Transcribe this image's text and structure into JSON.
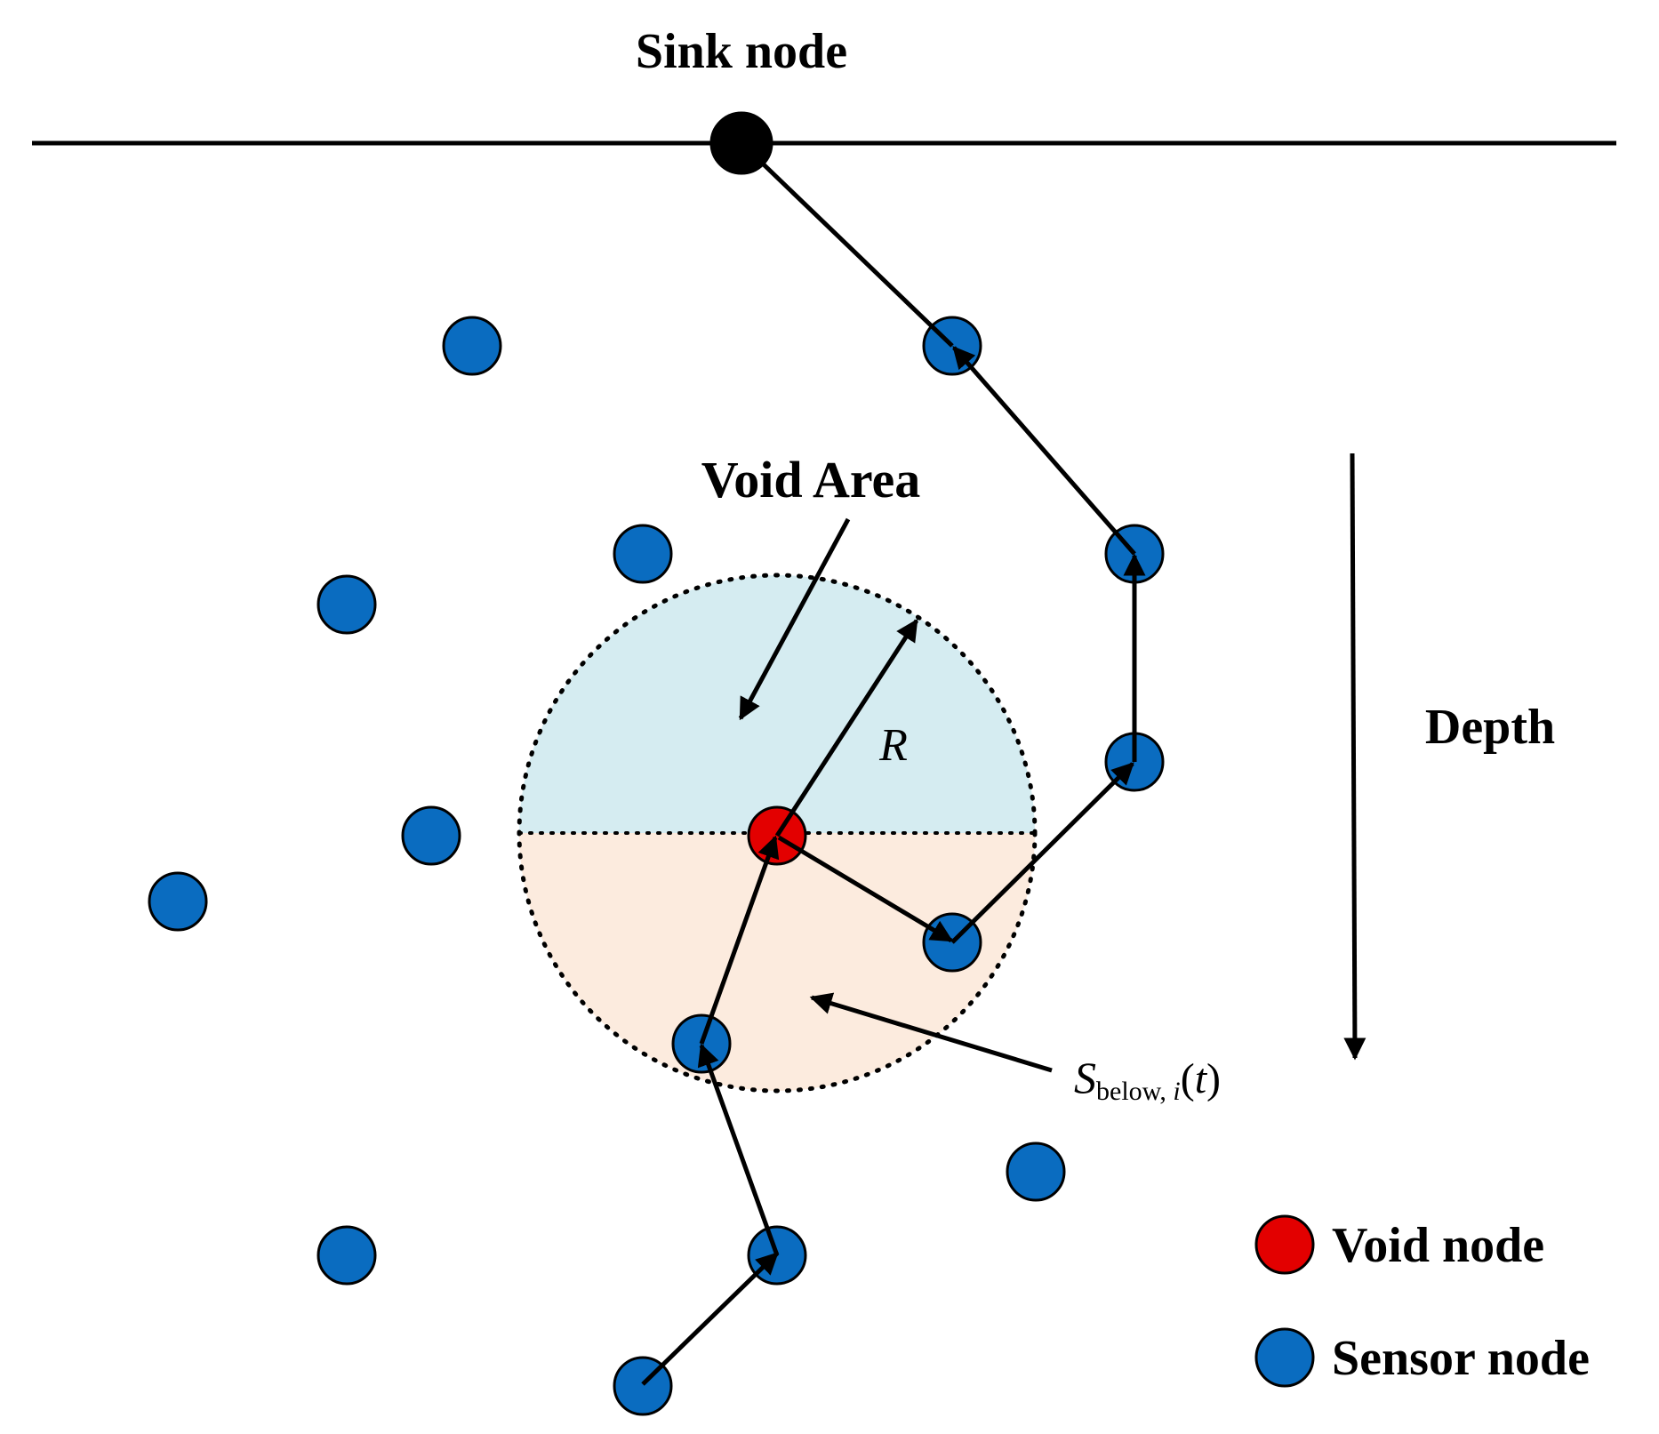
{
  "labels": {
    "sink": "Sink node",
    "void_area": "Void Area",
    "depth": "Depth",
    "radius": "R",
    "region_symbol": "S",
    "region_subscript_text": "below, ",
    "region_subscript_index": "i",
    "region_arg_open": "(",
    "region_arg": "t",
    "region_arg_close": ")"
  },
  "legend": {
    "void_node": "Void node",
    "sensor_node": "Sensor node"
  },
  "colors": {
    "sensor_node": "#0a6cc0",
    "void_node": "#e30000",
    "sink_node": "#000000",
    "upper_region": "#d5ecf1",
    "lower_region": "#fcebde",
    "line": "#000000"
  },
  "icons": {
    "sink": "sink-node-icon",
    "sensor": "sensor-node-icon",
    "void": "void-node-icon"
  }
}
